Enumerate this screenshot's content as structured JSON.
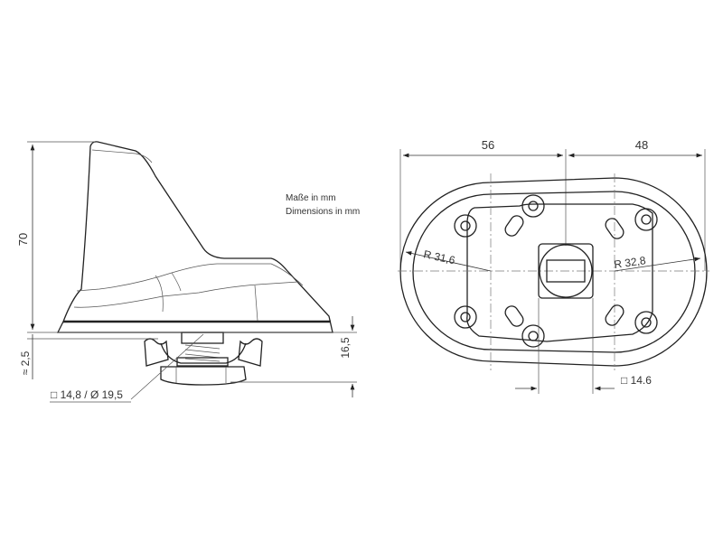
{
  "side_view": {
    "height_label": "70",
    "gap_label": "≈ 2,5",
    "mount_label": "16,5",
    "thread_label": "□ 14,8 / Ø 19,5"
  },
  "units_note": {
    "line1": "Maße in mm",
    "line2": "Dimensions in mm"
  },
  "bottom_view": {
    "width_left_label": "56",
    "width_right_label": "48",
    "radius_left_label": "R 31,6",
    "radius_right_label": "R 32,8",
    "square_label": "□ 14.6"
  }
}
